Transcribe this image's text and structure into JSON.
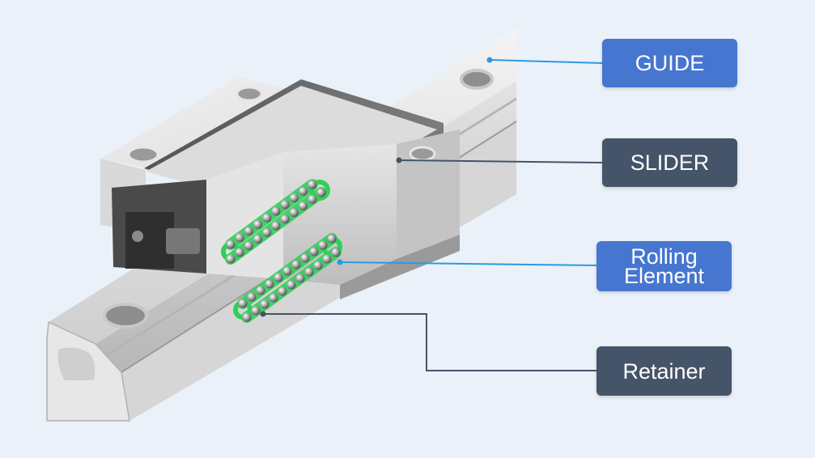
{
  "colors": {
    "background": "#eaf1f9",
    "label_blue": "#4676cf",
    "label_slate": "#455468",
    "leader_blue": "#2a9be0",
    "leader_slate": "#455468",
    "ball_highlight": "#2fd05a"
  },
  "labels": {
    "guide": "GUIDE",
    "slider": "SLIDER",
    "rolling_element": "Rolling\nElement",
    "retainer": "Retainer"
  },
  "icons": {
    "guide_rail": "linear-guide-rail",
    "slider_block": "carriage-block",
    "balls": "ball-bearing-chain"
  }
}
